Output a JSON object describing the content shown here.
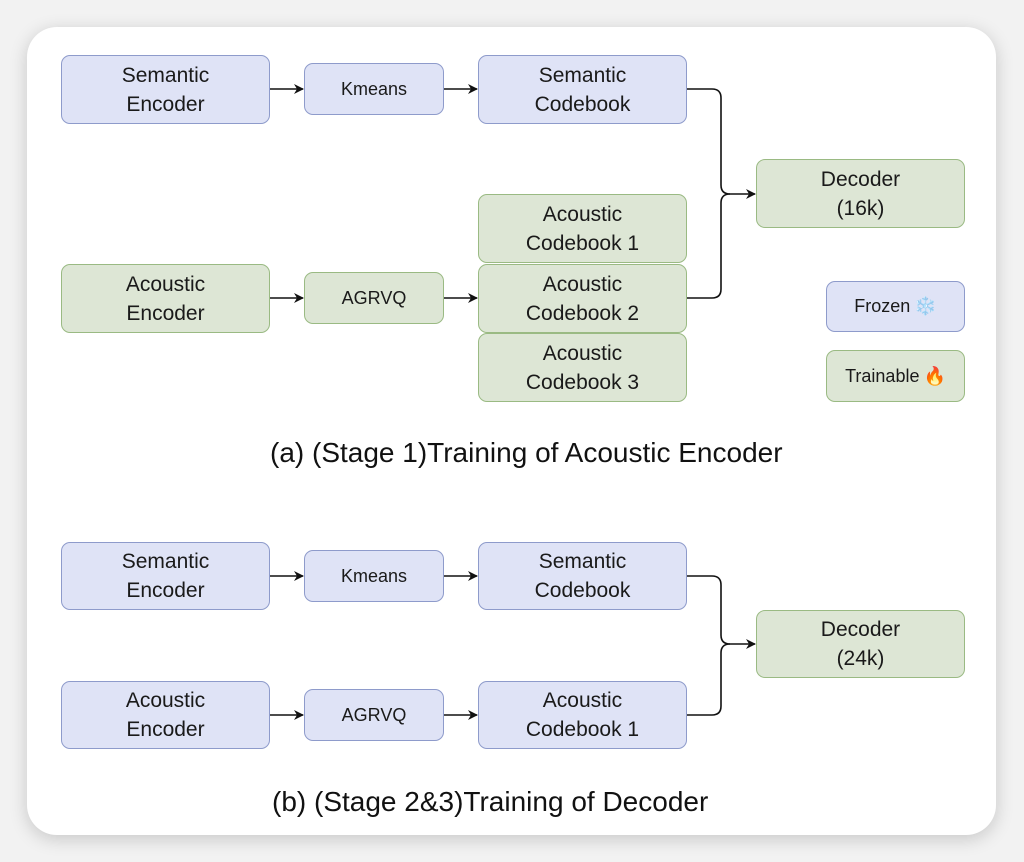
{
  "stage1": {
    "caption": "(a) (Stage 1)Training of Acoustic Encoder",
    "semantic_encoder": "Semantic\nEncoder",
    "kmeans": "Kmeans",
    "semantic_codebook": "Semantic\nCodebook",
    "acoustic_encoder": "Acoustic\nEncoder",
    "agrvq": "AGRVQ",
    "acoustic_codebooks": [
      "Acoustic\nCodebook 1",
      "Acoustic\nCodebook 2",
      "Acoustic\nCodebook 3"
    ],
    "decoder": "Decoder\n(16k)",
    "states": {
      "semantic_encoder": "frozen",
      "kmeans": "frozen",
      "semantic_codebook": "frozen",
      "acoustic_encoder": "trainable",
      "agrvq": "trainable",
      "acoustic_codebooks": "trainable",
      "decoder": "trainable"
    }
  },
  "stage2": {
    "caption": "(b) (Stage 2&3)Training of Decoder",
    "semantic_encoder": "Semantic\nEncoder",
    "kmeans": "Kmeans",
    "semantic_codebook": "Semantic\nCodebook",
    "acoustic_encoder": "Acoustic\nEncoder",
    "agrvq": "AGRVQ",
    "acoustic_codebook": "Acoustic\nCodebook 1",
    "decoder": "Decoder\n(24k)",
    "states": {
      "semantic_encoder": "frozen",
      "kmeans": "frozen",
      "semantic_codebook": "frozen",
      "acoustic_encoder": "frozen",
      "agrvq": "frozen",
      "acoustic_codebook": "frozen",
      "decoder": "trainable"
    }
  },
  "legend": {
    "frozen": {
      "label": "Frozen",
      "icon": "❄️",
      "color": "#dfe3f6"
    },
    "trainable": {
      "label": "Trainable",
      "icon": "🔥",
      "color": "#dde6d5"
    }
  },
  "colors": {
    "frozen_fill": "#dfe3f6",
    "frozen_border": "#8e9bcb",
    "trainable_fill": "#dde6d5",
    "trainable_border": "#9aba83",
    "arrow": "#111111"
  }
}
